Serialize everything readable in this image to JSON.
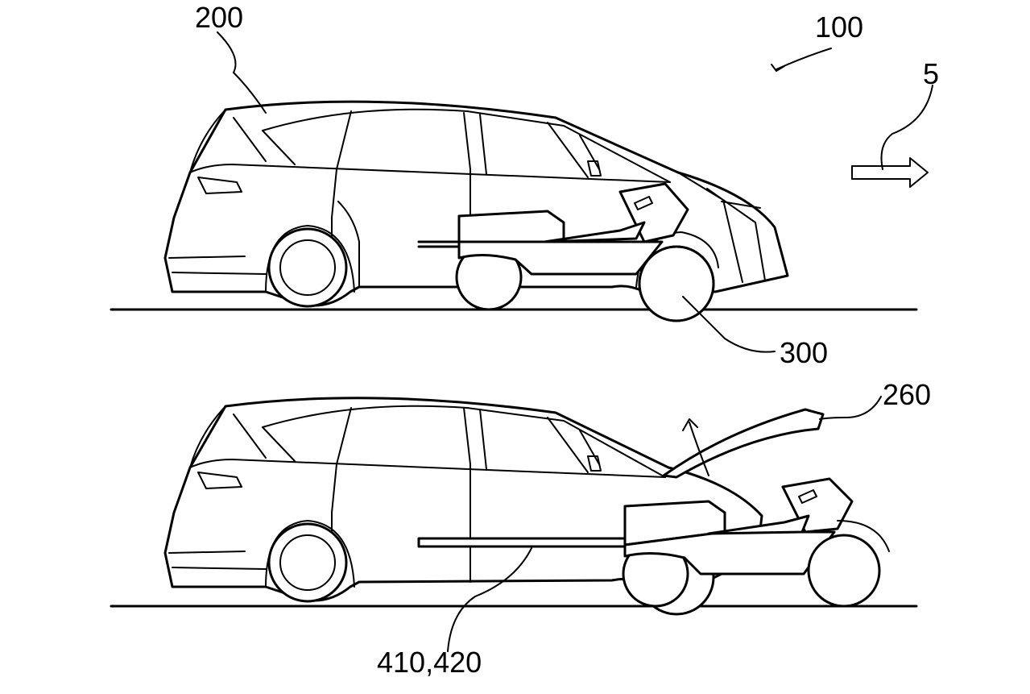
{
  "figure": {
    "labels": {
      "system": "100",
      "vehicle": "200",
      "direction": "5",
      "robot": "300",
      "hood": "260",
      "rail": "410,420"
    }
  }
}
